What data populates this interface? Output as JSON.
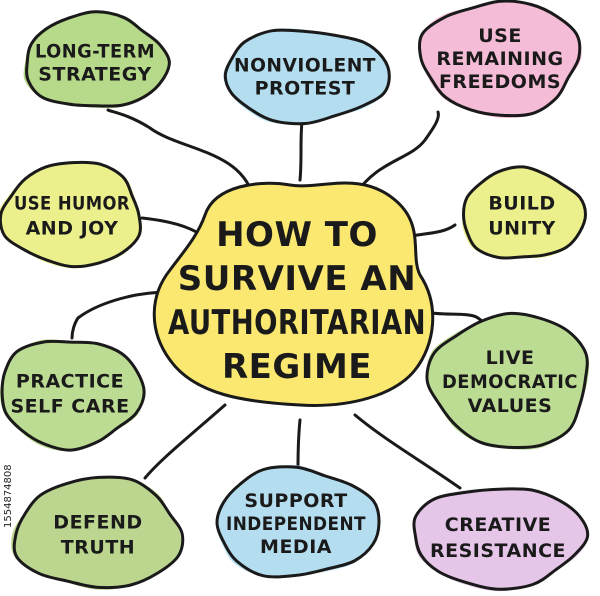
{
  "center": {
    "lines": [
      "HOW TO",
      "SURVIVE AN",
      "AUTHORITARIAN",
      "REGIME"
    ],
    "color": "#fbe870"
  },
  "nodes": [
    {
      "id": "long-term-strategy",
      "lines": [
        "LONG-TERM",
        "STRATEGY"
      ],
      "color": "#b7d98a"
    },
    {
      "id": "nonviolent-protest",
      "lines": [
        "NONVIOLENT",
        "PROTEST"
      ],
      "color": "#b4def0"
    },
    {
      "id": "use-remaining-freedoms",
      "lines": [
        "USE",
        "REMAINING",
        "FREEDOMS"
      ],
      "color": "#f4bcd6"
    },
    {
      "id": "use-humor-and-joy",
      "lines": [
        "USE HUMOR",
        "AND JOY"
      ],
      "color": "#ecf08c"
    },
    {
      "id": "build-unity",
      "lines": [
        "BUILD",
        "UNITY"
      ],
      "color": "#ecf08c"
    },
    {
      "id": "practice-self-care",
      "lines": [
        "PRACTICE",
        "SELF CARE"
      ],
      "color": "#bcdc94"
    },
    {
      "id": "live-democratic-values",
      "lines": [
        "LIVE",
        "DEMOCRATIC",
        "VALUES"
      ],
      "color": "#bcdc94"
    },
    {
      "id": "defend-truth",
      "lines": [
        "DEFEND",
        "TRUTH"
      ],
      "color": "#bcd690"
    },
    {
      "id": "support-independent-media",
      "lines": [
        "SUPPORT",
        "INDEPENDENT",
        "MEDIA"
      ],
      "color": "#b4def0"
    },
    {
      "id": "creative-resistance",
      "lines": [
        "CREATIVE",
        "RESISTANCE"
      ],
      "color": "#e6c6e8"
    }
  ],
  "watermark": {
    "side_id": "1554874808"
  },
  "colors": {
    "ink": "#1a1a1a",
    "background": "#ffffff"
  }
}
